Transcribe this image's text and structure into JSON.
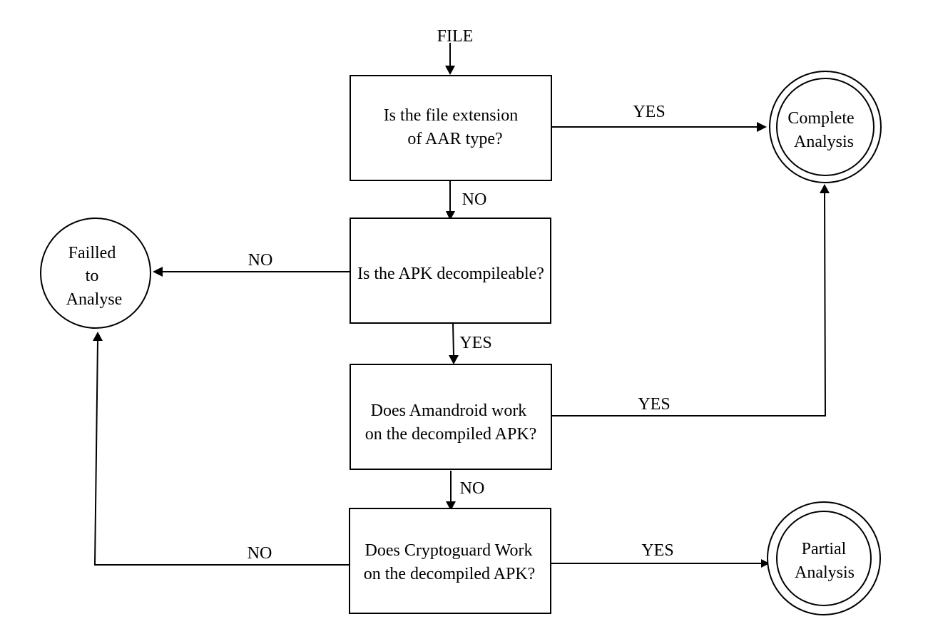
{
  "flowchart": {
    "start": {
      "label": "FILE"
    },
    "decisions": {
      "aar": {
        "lines": [
          "Is the file extension",
          "of AAR type?"
        ]
      },
      "apk": {
        "lines": [
          "Is the APK decompileable?"
        ]
      },
      "amandroid": {
        "lines": [
          "Does Amandroid work",
          "on the decompiled APK?"
        ]
      },
      "cryptoguard": {
        "lines": [
          "Does Cryptoguard Work",
          "on the decompiled APK?"
        ]
      }
    },
    "outcomes": {
      "complete": {
        "lines": [
          "Complete",
          "Analysis"
        ]
      },
      "failed": {
        "lines": [
          "Failled",
          "to",
          "Analyse"
        ]
      },
      "partial": {
        "lines": [
          "Partial",
          "Analysis"
        ]
      }
    },
    "edges": {
      "aar_yes": "YES",
      "aar_no": "NO",
      "apk_no": "NO",
      "apk_yes": "YES",
      "amandroid_yes": "YES",
      "amandroid_no": "NO",
      "cryptoguard_no": "NO",
      "cryptoguard_yes": "YES"
    }
  }
}
